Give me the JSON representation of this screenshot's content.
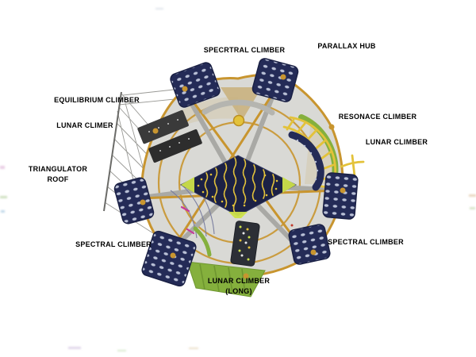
{
  "labels": {
    "spectral_top": "SPECRTRAL CLIMBER",
    "parallax_hub": "PARALLAX HUB",
    "equilibrium": "EQUILIBRIUM CLIMBER",
    "lunar_left": "LUNAR CLIMER",
    "resonance": "RESONACE CLIMBER",
    "lunar_right": "LUNAR CLIMBER",
    "triangulator_roof_line1": "TRIANGULATOR",
    "triangulator_roof_line2": "ROOF",
    "spectral_left": "SPECTRAL CLIMBER",
    "spectral_right": "SPECTRAL CLIMBER",
    "lunar_long_line1": "LUNAR CLIMBER",
    "lunar_long_line2": "(LONG)"
  },
  "colors": {
    "background": "#ffffff",
    "label_text": "#000000",
    "deck_gray": "#d9d9d5",
    "beam_gray": "#a9a9a5",
    "tube_gold": "#c8952f",
    "tube_yellow": "#e3c23a",
    "panel_navy": "#242b57",
    "panel_hole": "#b9c0d6",
    "roof_navy": "#1c2145",
    "accent_green": "#85b03d",
    "accent_lime": "#cde24a",
    "wall_dark": "#3a3a3a",
    "net_gray": "#9a9a96"
  }
}
